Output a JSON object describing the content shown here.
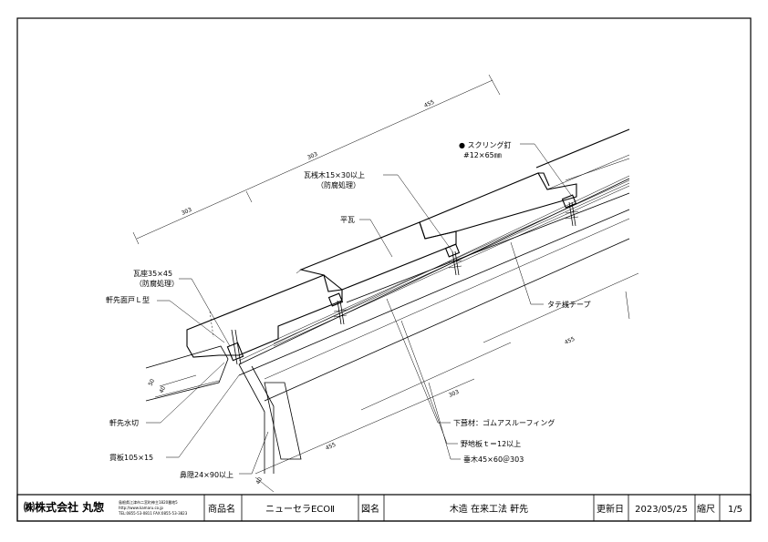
{
  "labels": {
    "screw_nail_1": "● スクリング釘",
    "screw_nail_2": "#12×65㎜",
    "batten_1": "瓦桟木15×30以上",
    "batten_2": "（防腐処理）",
    "hiragawara": "平瓦",
    "kawaraza_1": "瓦座35×45",
    "kawaraza_2": "（防腐処理）",
    "nokisaki_mendo": "軒先面戸Ｌ型",
    "tatesan_tape": "タテ桟テープ",
    "nokisaki_mizukiri": "軒先水切",
    "underlay": "下葺材：ゴムアスルーフィング",
    "sheathing": "野地板ｔ＝12以上",
    "rafter": "垂木45×60＠303",
    "nuki": "貫板105×15",
    "hanakakushi": "鼻隠24×90以上"
  },
  "dimensions": {
    "top": "455",
    "upper_mid": "303",
    "left_span": "303",
    "right_lower": "455",
    "inner": "303",
    "bottom": "455",
    "small_a": "50",
    "small_b": "40",
    "nose": "40"
  },
  "title_block": {
    "company_logo": "㈱株式会社 丸惣",
    "address": "島根県江津市二宮町神主1820番地5",
    "url": "http://www.kamaru.co.jp",
    "tel": "TEL:0855-53-0811 FAX:0855-53-3823",
    "product_label": "商品名",
    "product_name": "ニューセラECOⅡ",
    "drawing_label": "図名",
    "drawing_name": "木造 在来工法 軒先",
    "updated_label": "更新日",
    "updated_date": "2023/05/25",
    "scale_label": "縮尺",
    "scale_value": "1/5"
  }
}
